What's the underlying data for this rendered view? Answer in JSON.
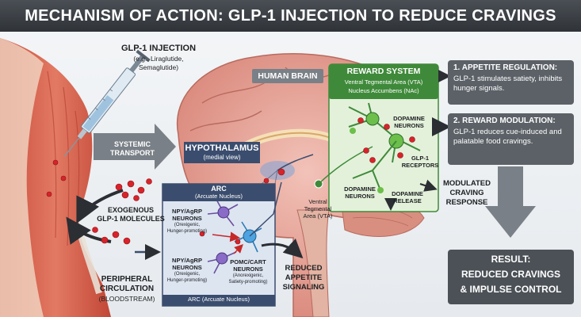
{
  "title": "MECHANISM OF ACTION: GLP-1 INJECTION TO REDUCE CRAVINGS",
  "injection": {
    "heading": "GLP-1 INJECTION",
    "sub_line1": "(e.g., Liraglutide,",
    "sub_line2": "Semaglutide)"
  },
  "systemic": {
    "line1": "SYSTEMIC",
    "line2": "TRANSPORT"
  },
  "exogenous": {
    "line1": "EXOGENOUS",
    "line2": "GLP-1 MOLECULES"
  },
  "peripheral": {
    "line1": "PERIPHERAL",
    "line2": "CIRCULATION",
    "line3": "(BLOODSTREAM)"
  },
  "brain": {
    "label": "HUMAN BRAIN"
  },
  "hypothalamus": {
    "heading": "HYPOTHALAMUS",
    "sub": "(medial view)"
  },
  "arc": {
    "heading": "ARC",
    "sub": "(Arcuate Nucleus)",
    "footer": "ARC (Arcuate Nucleus)",
    "npy1": {
      "line1": "NPY/AgRP",
      "line2": "NEURONS",
      "desc1": "(Orexigenic,",
      "desc2": "Hunger-promoting)"
    },
    "npy2": {
      "line1": "NPY/AgRP",
      "line2": "NEURONS",
      "desc1": "(Orexigenic,",
      "desc2": "Hunger-promoting)"
    },
    "pomc": {
      "line1": "POMC/CART",
      "line2": "NEURONS",
      "desc1": "(Anorexigenic,",
      "desc2": "Satiety-promoting)"
    }
  },
  "reduced_appetite": {
    "line1": "REDUCED",
    "line2": "APPETITE",
    "line3": "SIGNALING"
  },
  "reward": {
    "heading": "REWARD SYSTEM",
    "sub1": "Ventral Tegmental Area (VTA)",
    "sub2": "Nucleus Accumbens (NAc)",
    "dopamine_neurons_top": {
      "line1": "DOPAMINE",
      "line2": "NEURONS"
    },
    "dopamine_neurons_bottom": {
      "line1": "DOPAMINE",
      "line2": "NEURONS"
    },
    "glp1_receptors": {
      "line1": "GLP-1",
      "line2": "RECEPTORS"
    },
    "dopamine_release": {
      "line1": "DOPAMINE",
      "line2": "RELEASE"
    }
  },
  "vta": {
    "line1": "Ventral",
    "line2": "Tegmental",
    "line3": "Area (VTA)"
  },
  "modulated": {
    "line1": "MODULATED",
    "line2": "CRAVING",
    "line3": "RESPONSE"
  },
  "step1": {
    "heading": "1. APPETITE REGULATION:",
    "body": "GLP-1 stimulates satiety, inhibits hunger signals."
  },
  "step2": {
    "heading": "2. REWARD MODULATION:",
    "body": "GLP-1 reduces cue-induced and palatable food cravings."
  },
  "result": {
    "line1": "RESULT:",
    "line2": "REDUCED CRAVINGS",
    "line3": "& IMPULSE CONTROL"
  },
  "colors": {
    "title_bar": "#3a3e43",
    "reward_green": "#3f8a3a",
    "arc_blue": "#3b4d6e",
    "gray_box": "#5b6167",
    "glp1_red": "#d8232a",
    "muscle": "#d9614f",
    "brain_pink": "#e7a79d"
  }
}
